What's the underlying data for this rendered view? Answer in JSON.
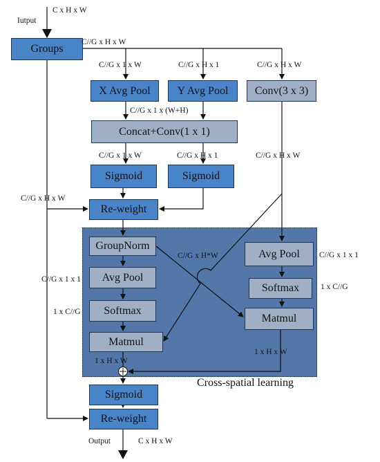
{
  "diagram": {
    "input_label": "Iutput",
    "input_shape": "C x H x W",
    "output_label": "Output",
    "output_shape": "C x H x W",
    "region_label": "Cross-spatial learning",
    "nodes": {
      "groups": "Groups",
      "x_avg_pool": "X Avg Pool",
      "y_avg_pool": "Y Avg Pool",
      "conv3x3": "Conv(3 x 3)",
      "concat_conv": "Concat+Conv(1 x 1)",
      "sigmoid_left": "Sigmoid",
      "sigmoid_right": "Sigmoid",
      "reweight_top": "Re-weight",
      "groupnorm": "GroupNorm",
      "avg_pool_left": "Avg Pool",
      "softmax_left": "Softmax",
      "matmul_left": "Matmul",
      "avg_pool_right": "Avg Pool",
      "softmax_right": "Softmax",
      "matmul_right": "Matmul",
      "sigmoid_bottom": "Sigmoid",
      "reweight_bottom": "Re-weight"
    },
    "edge_labels": {
      "groups_out": "C//G x H x W",
      "x_pool_in": "C//G x 1 x W",
      "y_pool_in": "C//G x H x 1",
      "conv_in": "C//G x H x W",
      "concat_in": "C//G x 1 x (W+H)",
      "sig_left_in": "C//G x 1 x W",
      "sig_right_in": "C//G x H x 1",
      "conv_out": "C//G x H x W",
      "skip_to_reweight": "C//G x H x W",
      "gn_cross": "C//G x H*W",
      "avg_left_out": "C//G x 1 x 1",
      "softmax_left_out": "1 x C//G",
      "avg_right_out": "C//G x 1 x 1",
      "softmax_right_out": "1 x C//G",
      "matmul_left_out": "1 x H x W",
      "matmul_right_out": "1 x H x W"
    }
  }
}
